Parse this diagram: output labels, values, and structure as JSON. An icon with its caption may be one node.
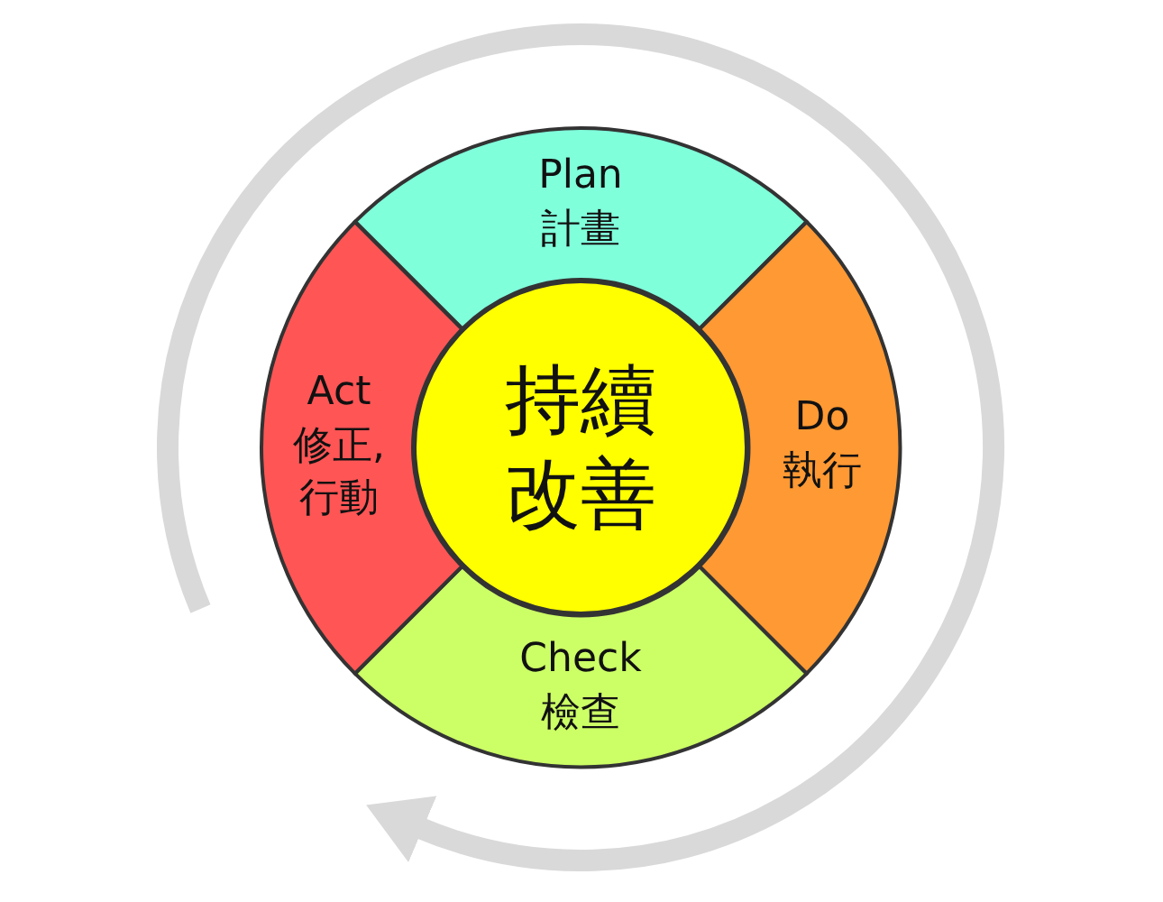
{
  "diagram": {
    "nodes": [
      {
        "text": [
          "持續改善"
        ]
      },
      {
        "text": [
          "Plan",
          "計畫"
        ]
      },
      {
        "text": [
          "Do",
          "執行"
        ]
      },
      {
        "text": [
          "Check",
          "檢查"
        ]
      },
      {
        "text": [
          "Act",
          "修正,行動"
        ]
      }
    ]
  }
}
